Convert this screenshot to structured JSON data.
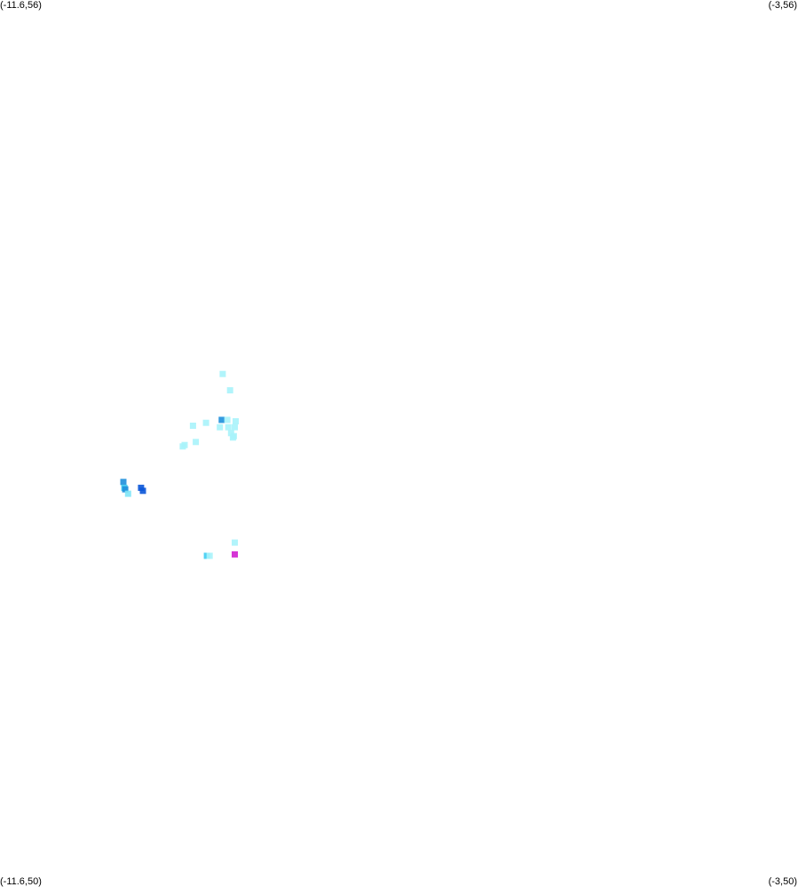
{
  "corners": {
    "top_left": "(-11.6,56)",
    "top_right": "(-3,56)",
    "bottom_left": "(-11.6,50)",
    "bottom_right": "(-3,50)"
  },
  "chart_data": {
    "type": "scatter",
    "title": "",
    "xlabel": "",
    "ylabel": "",
    "xlim": [
      -11.6,
      -3
    ],
    "ylim": [
      50,
      56
    ],
    "grid": false,
    "legend": "none",
    "marker": "square",
    "colors": {
      "pale_cyan": "#a8f3fb",
      "light_cyan": "#7fe6f7",
      "cyan": "#3fcdf2",
      "blue": "#1e8fdb",
      "deep_blue": "#0a55d8",
      "magenta": "#d020d0"
    },
    "points": [
      {
        "x": -9.2,
        "y": 53.47,
        "color": "#a8f3fb"
      },
      {
        "x": -9.12,
        "y": 53.36,
        "color": "#a8f3fb"
      },
      {
        "x": -9.21,
        "y": 53.16,
        "color": "#1e8fdb"
      },
      {
        "x": -9.15,
        "y": 53.16,
        "color": "#a8f3fb"
      },
      {
        "x": -9.06,
        "y": 53.15,
        "color": "#a8f3fb"
      },
      {
        "x": -9.38,
        "y": 53.14,
        "color": "#a8f3fb"
      },
      {
        "x": -9.23,
        "y": 53.11,
        "color": "#a8f3fb"
      },
      {
        "x": -9.14,
        "y": 53.11,
        "color": "#a8f3fb"
      },
      {
        "x": -9.07,
        "y": 53.11,
        "color": "#a8f3fb"
      },
      {
        "x": -9.52,
        "y": 53.12,
        "color": "#a8f3fb"
      },
      {
        "x": -9.11,
        "y": 53.07,
        "color": "#a8f3fb"
      },
      {
        "x": -9.08,
        "y": 53.05,
        "color": "#a8f3fb"
      },
      {
        "x": -9.09,
        "y": 53.04,
        "color": "#a8f3fb"
      },
      {
        "x": -9.49,
        "y": 53.01,
        "color": "#a8f3fb"
      },
      {
        "x": -9.61,
        "y": 52.99,
        "color": "#a8f3fb"
      },
      {
        "x": -9.63,
        "y": 52.98,
        "color": "#a8f3fb"
      },
      {
        "x": -10.27,
        "y": 52.74,
        "color": "#1e8fdb"
      },
      {
        "x": -10.26,
        "y": 52.7,
        "color": "#3fcdf2"
      },
      {
        "x": -10.25,
        "y": 52.69,
        "color": "#1e8fdb"
      },
      {
        "x": -10.22,
        "y": 52.66,
        "color": "#7fe6f7"
      },
      {
        "x": -10.08,
        "y": 52.7,
        "color": "#0a55d8"
      },
      {
        "x": -10.06,
        "y": 52.68,
        "color": "#0a55d8"
      },
      {
        "x": -9.07,
        "y": 52.33,
        "color": "#a8f3fb"
      },
      {
        "x": -9.07,
        "y": 52.25,
        "color": "#d020d0"
      },
      {
        "x": -9.37,
        "y": 52.24,
        "color": "#3fcdf2"
      },
      {
        "x": -9.34,
        "y": 52.24,
        "color": "#a8f3fb"
      }
    ]
  }
}
